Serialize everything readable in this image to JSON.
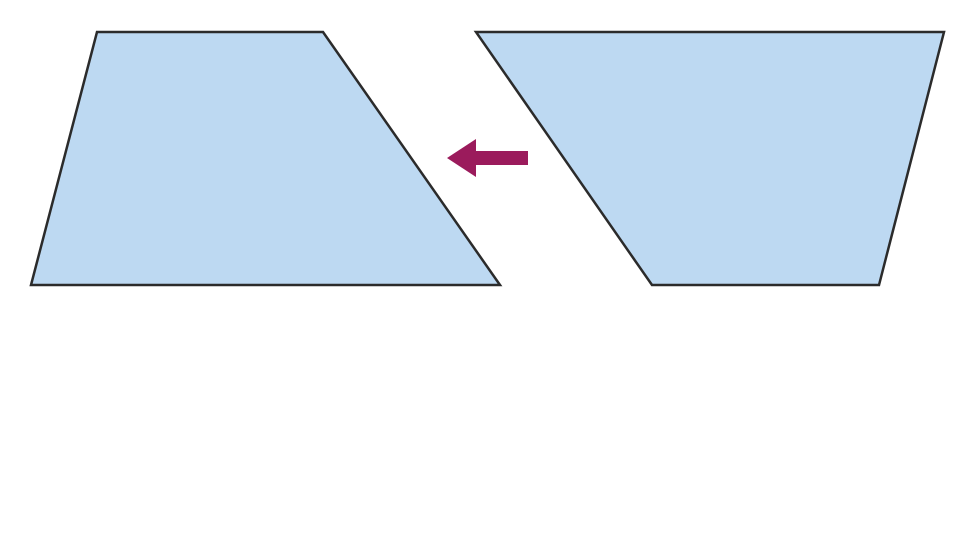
{
  "diagram": {
    "shapes": [
      {
        "name": "left-trapezoid",
        "fill": "#bdd9f2",
        "stroke": "#2b2b2b"
      },
      {
        "name": "right-trapezoid",
        "fill": "#bdd9f2",
        "stroke": "#2b2b2b"
      }
    ],
    "arrow": {
      "direction": "left",
      "color": "#9b1b5c"
    }
  }
}
